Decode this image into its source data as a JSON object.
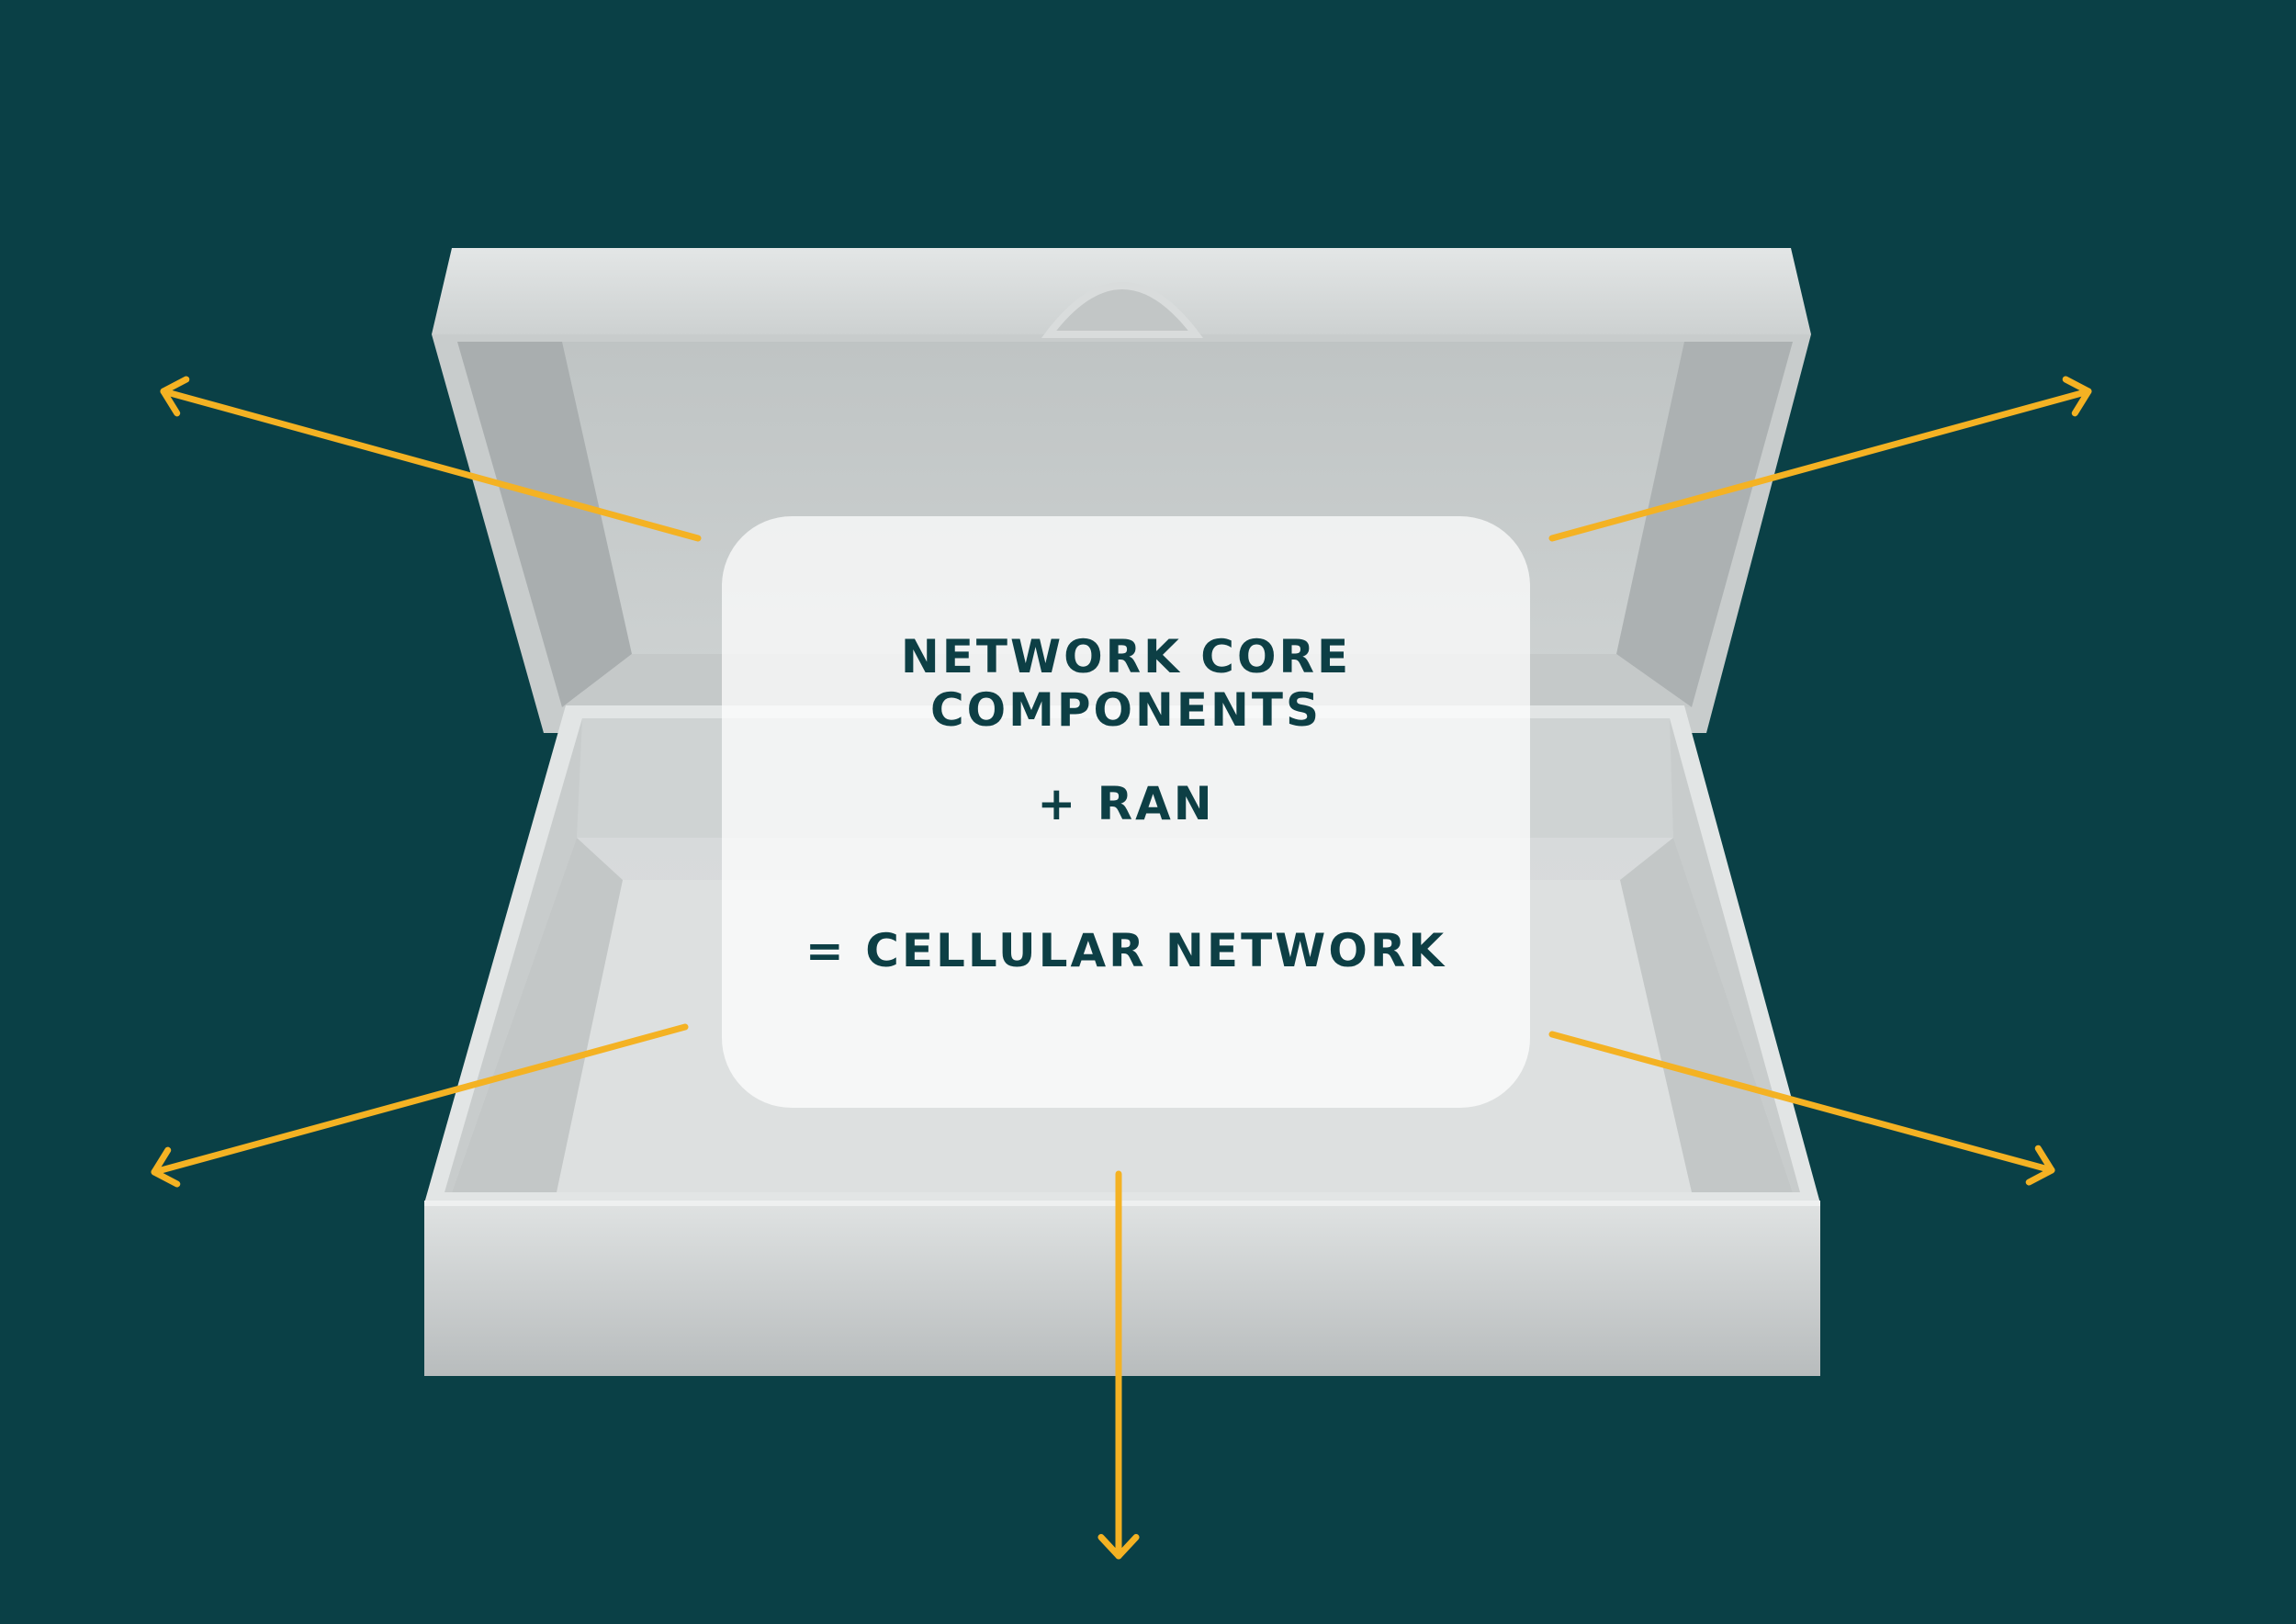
{
  "diagram": {
    "illustration": "open-box-icon",
    "lines": [
      "NETWORK CORE COMPONENTS",
      "+ RAN",
      "= CELLULAR NETWORK"
    ],
    "arrow_count": 5,
    "colors": {
      "background": "#0a4046",
      "arrow": "#f4b223",
      "text": "#0d3f45",
      "box": "#d2d5d5"
    }
  }
}
